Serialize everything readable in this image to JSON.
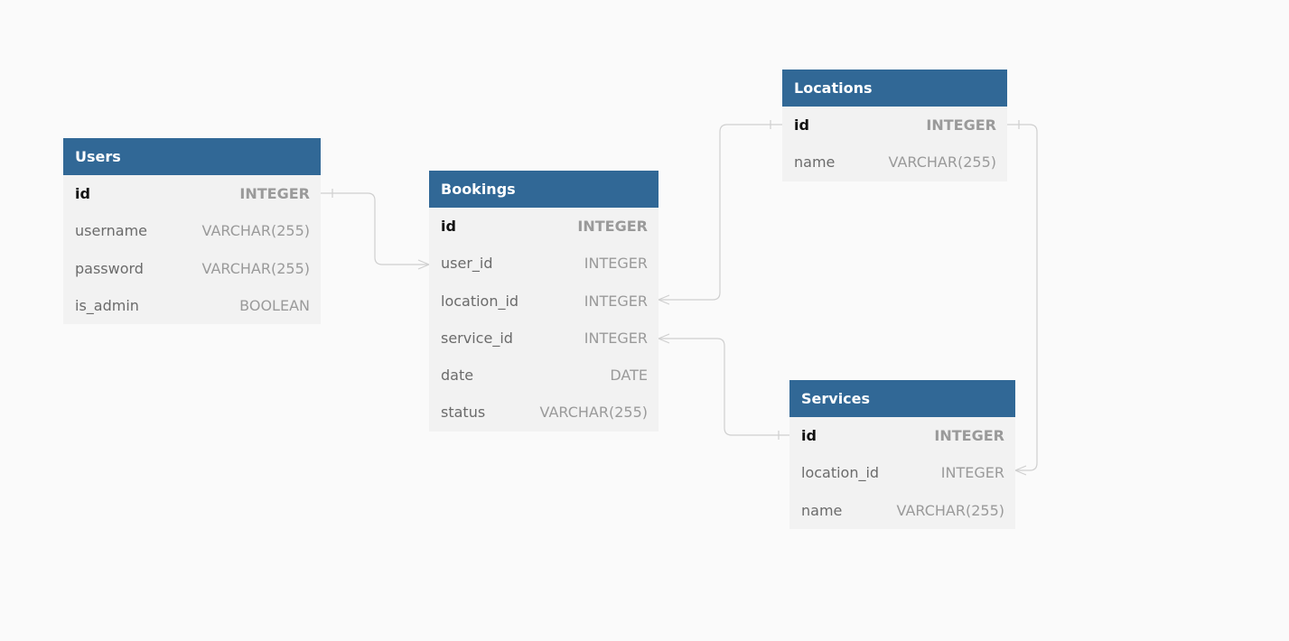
{
  "tables": {
    "users": {
      "name": "Users",
      "columns": [
        {
          "name": "id",
          "type": "INTEGER"
        },
        {
          "name": "username",
          "type": "VARCHAR(255)"
        },
        {
          "name": "password",
          "type": "VARCHAR(255)"
        },
        {
          "name": "is_admin",
          "type": "BOOLEAN"
        }
      ]
    },
    "bookings": {
      "name": "Bookings",
      "columns": [
        {
          "name": "id",
          "type": "INTEGER"
        },
        {
          "name": "user_id",
          "type": "INTEGER"
        },
        {
          "name": "location_id",
          "type": "INTEGER"
        },
        {
          "name": "service_id",
          "type": "INTEGER"
        },
        {
          "name": "date",
          "type": "DATE"
        },
        {
          "name": "status",
          "type": "VARCHAR(255)"
        }
      ]
    },
    "locations": {
      "name": "Locations",
      "columns": [
        {
          "name": "id",
          "type": "INTEGER"
        },
        {
          "name": "name",
          "type": "VARCHAR(255)"
        }
      ]
    },
    "services": {
      "name": "Services",
      "columns": [
        {
          "name": "id",
          "type": "INTEGER"
        },
        {
          "name": "location_id",
          "type": "INTEGER"
        },
        {
          "name": "name",
          "type": "VARCHAR(255)"
        }
      ]
    }
  },
  "relationships": [
    {
      "from": "Bookings.user_id",
      "to": "Users.id",
      "cardinality": "many-to-one"
    },
    {
      "from": "Bookings.location_id",
      "to": "Locations.id",
      "cardinality": "many-to-one"
    },
    {
      "from": "Bookings.service_id",
      "to": "Services.id",
      "cardinality": "many-to-one"
    },
    {
      "from": "Services.location_id",
      "to": "Locations.id",
      "cardinality": "many-to-one"
    }
  ],
  "colors": {
    "header": "#316896",
    "table_body": "#f2f2f2",
    "background": "#fafafa",
    "connector": "#cfcfcf"
  }
}
